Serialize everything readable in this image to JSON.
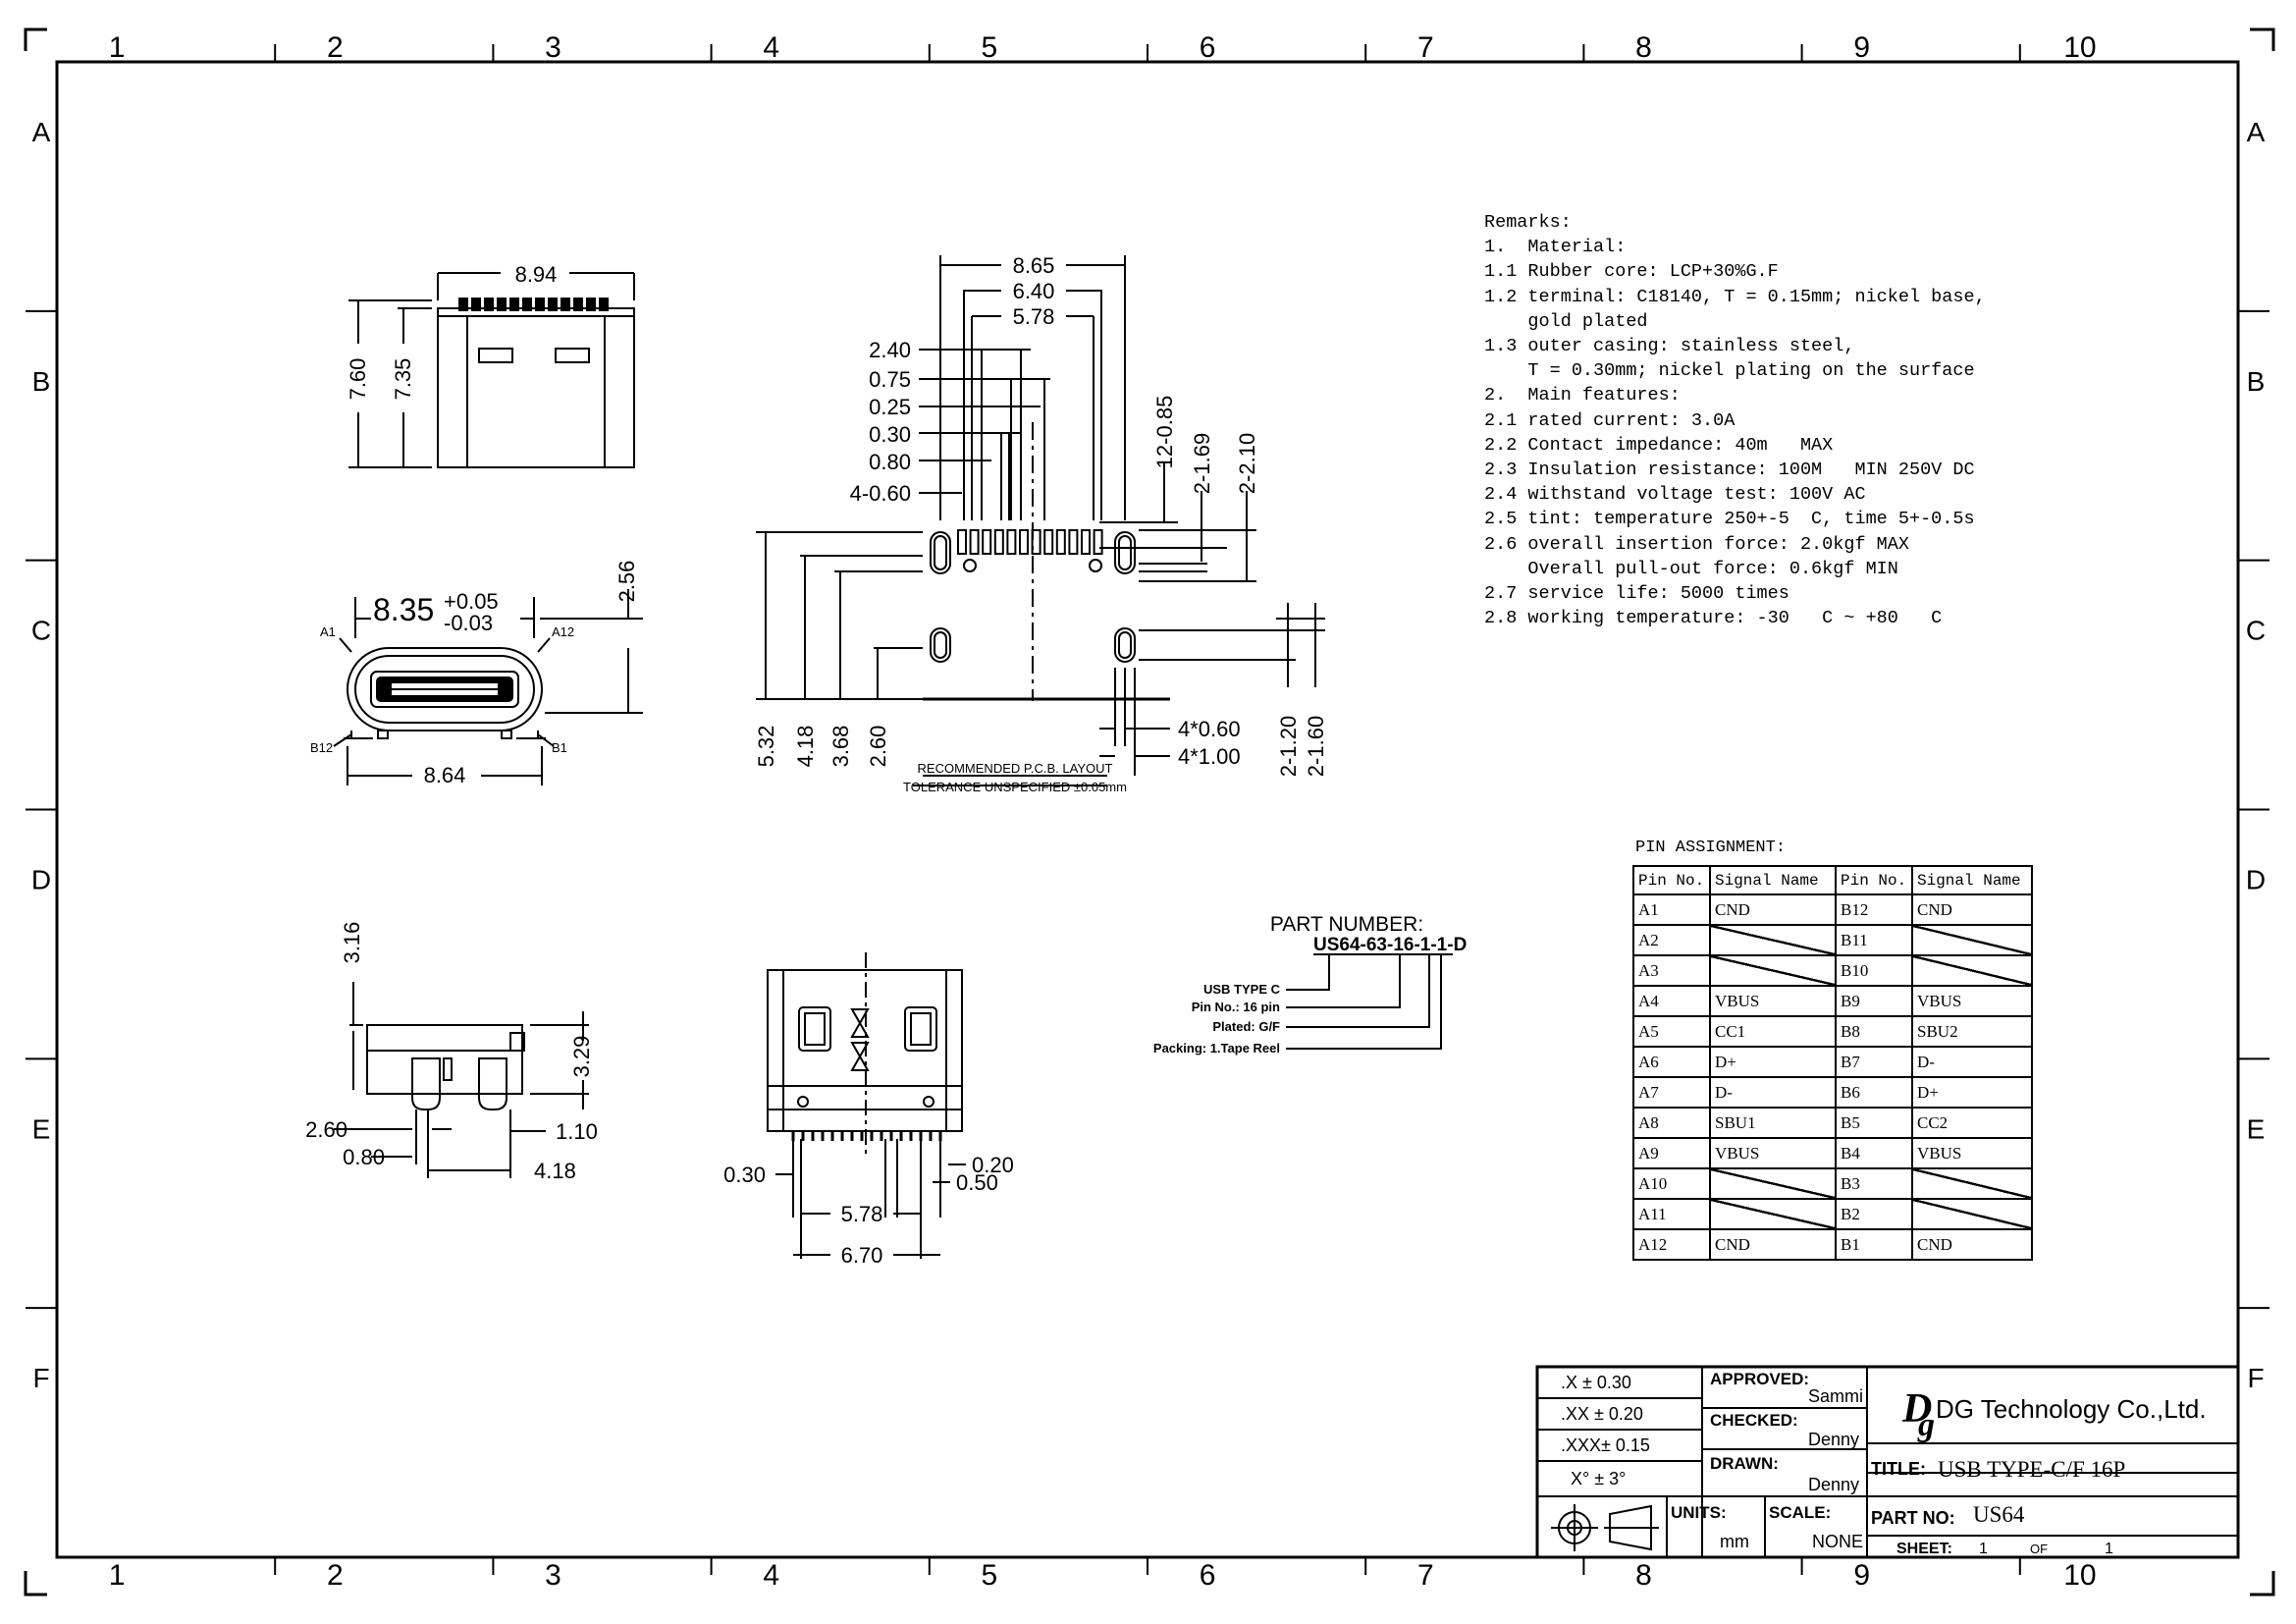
{
  "grid": {
    "cols": [
      "1",
      "2",
      "3",
      "4",
      "5",
      "6",
      "7",
      "8",
      "9",
      "10"
    ],
    "rows": [
      "A",
      "B",
      "C",
      "D",
      "E",
      "F"
    ]
  },
  "views": {
    "top": {
      "w": "8.94",
      "h1": "7.60",
      "h2": "7.35"
    },
    "front": {
      "w_main": "8.35",
      "tol_plus": "+0.05",
      "tol_minus": "-0.03",
      "h": "2.56",
      "w_bottom": "8.64",
      "pins": [
        "A1",
        "A12",
        "B12",
        "B1"
      ]
    },
    "pcb": {
      "top": [
        "8.65",
        "6.40",
        "5.78"
      ],
      "left": [
        "2.40",
        "0.75",
        "0.25",
        "0.30",
        "0.80",
        "4-0.60"
      ],
      "right": [
        "12-0.85",
        "2-1.69",
        "2-2.10"
      ],
      "vert": [
        "5.32",
        "4.18",
        "3.68",
        "2.60"
      ],
      "slots": [
        "4*0.60",
        "4*1.00",
        "2-1.20",
        "2-1.60"
      ],
      "caption1": "RECOMMENDED   P.C.B. LAYOUT",
      "caption2": "TOLERANCE UNSPECIFIED ±0.05mm"
    },
    "side": {
      "top": "3.16",
      "h": "3.29",
      "a": "2.60",
      "b": "0.80",
      "c": "1.10",
      "d": "4.18"
    },
    "bottom": {
      "a": "0.30",
      "b": "0.20",
      "c": "0.50",
      "d": "5.78",
      "e": "6.70"
    }
  },
  "part_number": {
    "title": "PART NUMBER:",
    "code": "US64-63-16-1-1-D",
    "fields": [
      "USB TYPE C",
      "Pin No.: 16 pin",
      "Plated: G/F",
      "Packing: 1.Tape Reel"
    ]
  },
  "remarks": [
    "Remarks:",
    "1.  Material:",
    "1.1 Rubber core: LCP+30%G.F",
    "1.2 terminal: C18140, T = 0.15mm; nickel base,",
    "    gold plated",
    "1.3 outer casing: stainless steel,",
    "    T = 0.30mm; nickel plating on the surface",
    "2.  Main features:",
    "2.1 rated current: 3.0A",
    "2.2 Contact impedance: 40m   MAX",
    "2.3 Insulation resistance: 100M   MIN 250V DC",
    "2.4 withstand voltage test: 100V AC",
    "2.5 tint: temperature 250+-5  C, time 5+-0.5s",
    "2.6 overall insertion force: 2.0kgf MAX",
    "    Overall pull-out force: 0.6kgf MIN",
    "2.7 service life: 5000 times",
    "2.8 working temperature: -30   C ~ +80   C"
  ],
  "pin_assignment": {
    "title": "PIN ASSIGNMENT:",
    "headers": [
      "Pin No.",
      "Signal Name",
      "Pin No.",
      "Signal Name"
    ],
    "rows": [
      [
        "A1",
        "CND",
        "B12",
        "CND"
      ],
      [
        "A2",
        "",
        "B11",
        ""
      ],
      [
        "A3",
        "",
        "B10",
        ""
      ],
      [
        "A4",
        "VBUS",
        "B9",
        "VBUS"
      ],
      [
        "A5",
        "CC1",
        "B8",
        "SBU2"
      ],
      [
        "A6",
        "D+",
        "B7",
        "D-"
      ],
      [
        "A7",
        "D-",
        "B6",
        "D+"
      ],
      [
        "A8",
        "SBU1",
        "B5",
        "CC2"
      ],
      [
        "A9",
        "VBUS",
        "B4",
        "VBUS"
      ],
      [
        "A10",
        "",
        "B3",
        ""
      ],
      [
        "A11",
        "",
        "B2",
        ""
      ],
      [
        "A12",
        "CND",
        "B1",
        "CND"
      ]
    ]
  },
  "title_block": {
    "tolerances": [
      ".X    ± 0.30",
      ".XX  ± 0.20",
      ".XXX± 0.15",
      "X°  ±  3°"
    ],
    "approved_label": "APPROVED:",
    "approved": "Sammi",
    "checked_label": "CHECKED:",
    "checked": "Denny",
    "drawn_label": "DRAWN:",
    "drawn": "Denny",
    "units_label": "UNITS:",
    "units": "mm",
    "scale_label": "SCALE:",
    "scale": "NONE",
    "company": "DG Technology Co.,Ltd.",
    "title_label": "TITLE:",
    "title": "USB TYPE-C/F 16P",
    "part_label": "PART NO:",
    "part": "US64",
    "sheet_label": "SHEET:",
    "sheet": "1",
    "of_label": "OF",
    "of": "1"
  }
}
